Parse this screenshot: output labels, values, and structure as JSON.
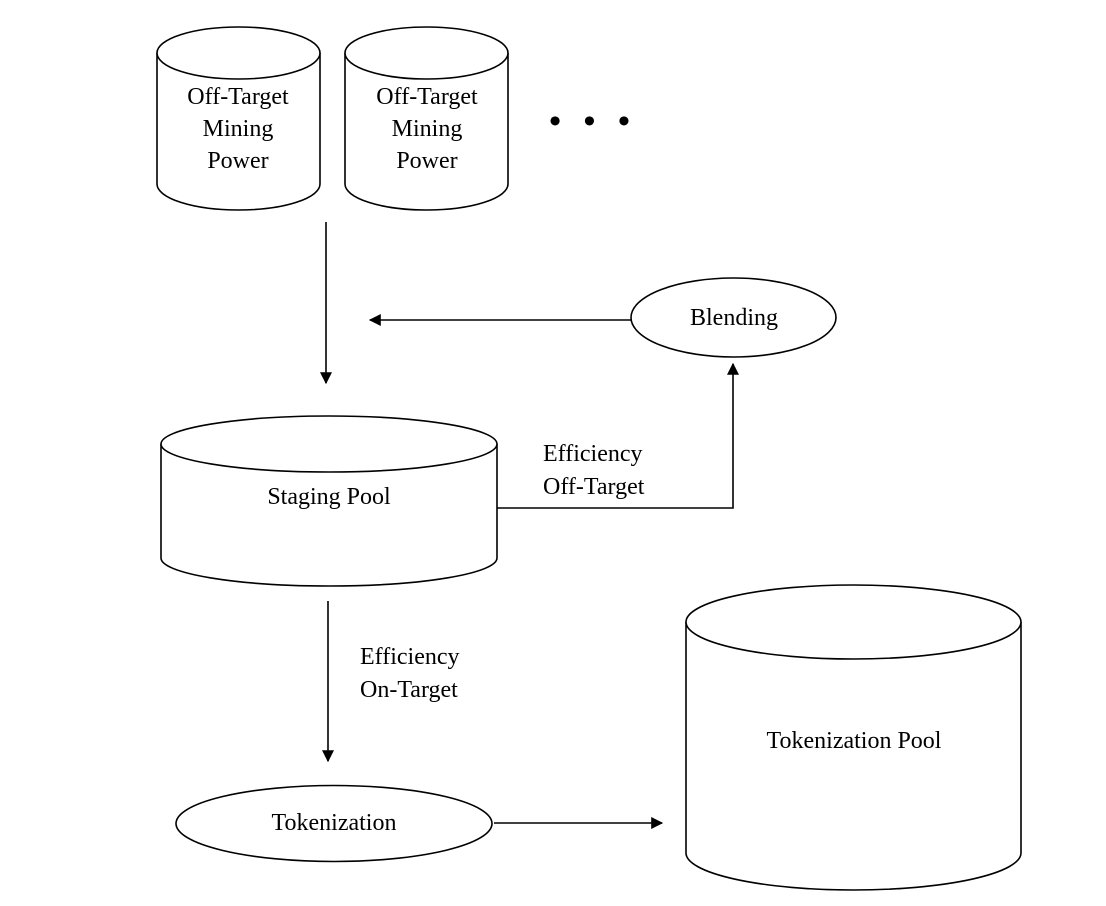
{
  "colors": {
    "stroke": "#000000",
    "background": "#ffffff",
    "text": "#000000"
  },
  "nodes": {
    "off_target_1": {
      "shape": "cylinder",
      "label": "Off-Target\nMining\nPower"
    },
    "off_target_2": {
      "shape": "cylinder",
      "label": "Off-Target\nMining\nPower"
    },
    "dots": {
      "label": "• • •"
    },
    "blending": {
      "shape": "ellipse",
      "label": "Blending"
    },
    "staging_pool": {
      "shape": "cylinder",
      "label": "Staging Pool"
    },
    "tokenization": {
      "shape": "ellipse",
      "label": "Tokenization"
    },
    "tokenization_pool": {
      "shape": "cylinder",
      "label": "Tokenization Pool"
    }
  },
  "edges": {
    "mining_to_staging": {
      "label": ""
    },
    "blending_to_flow": {
      "label": ""
    },
    "staging_to_blending": {
      "label": "Efficiency\nOff-Target"
    },
    "staging_to_tokenization": {
      "label": "Efficiency\nOn-Target"
    },
    "tokenization_to_pool": {
      "label": ""
    }
  }
}
